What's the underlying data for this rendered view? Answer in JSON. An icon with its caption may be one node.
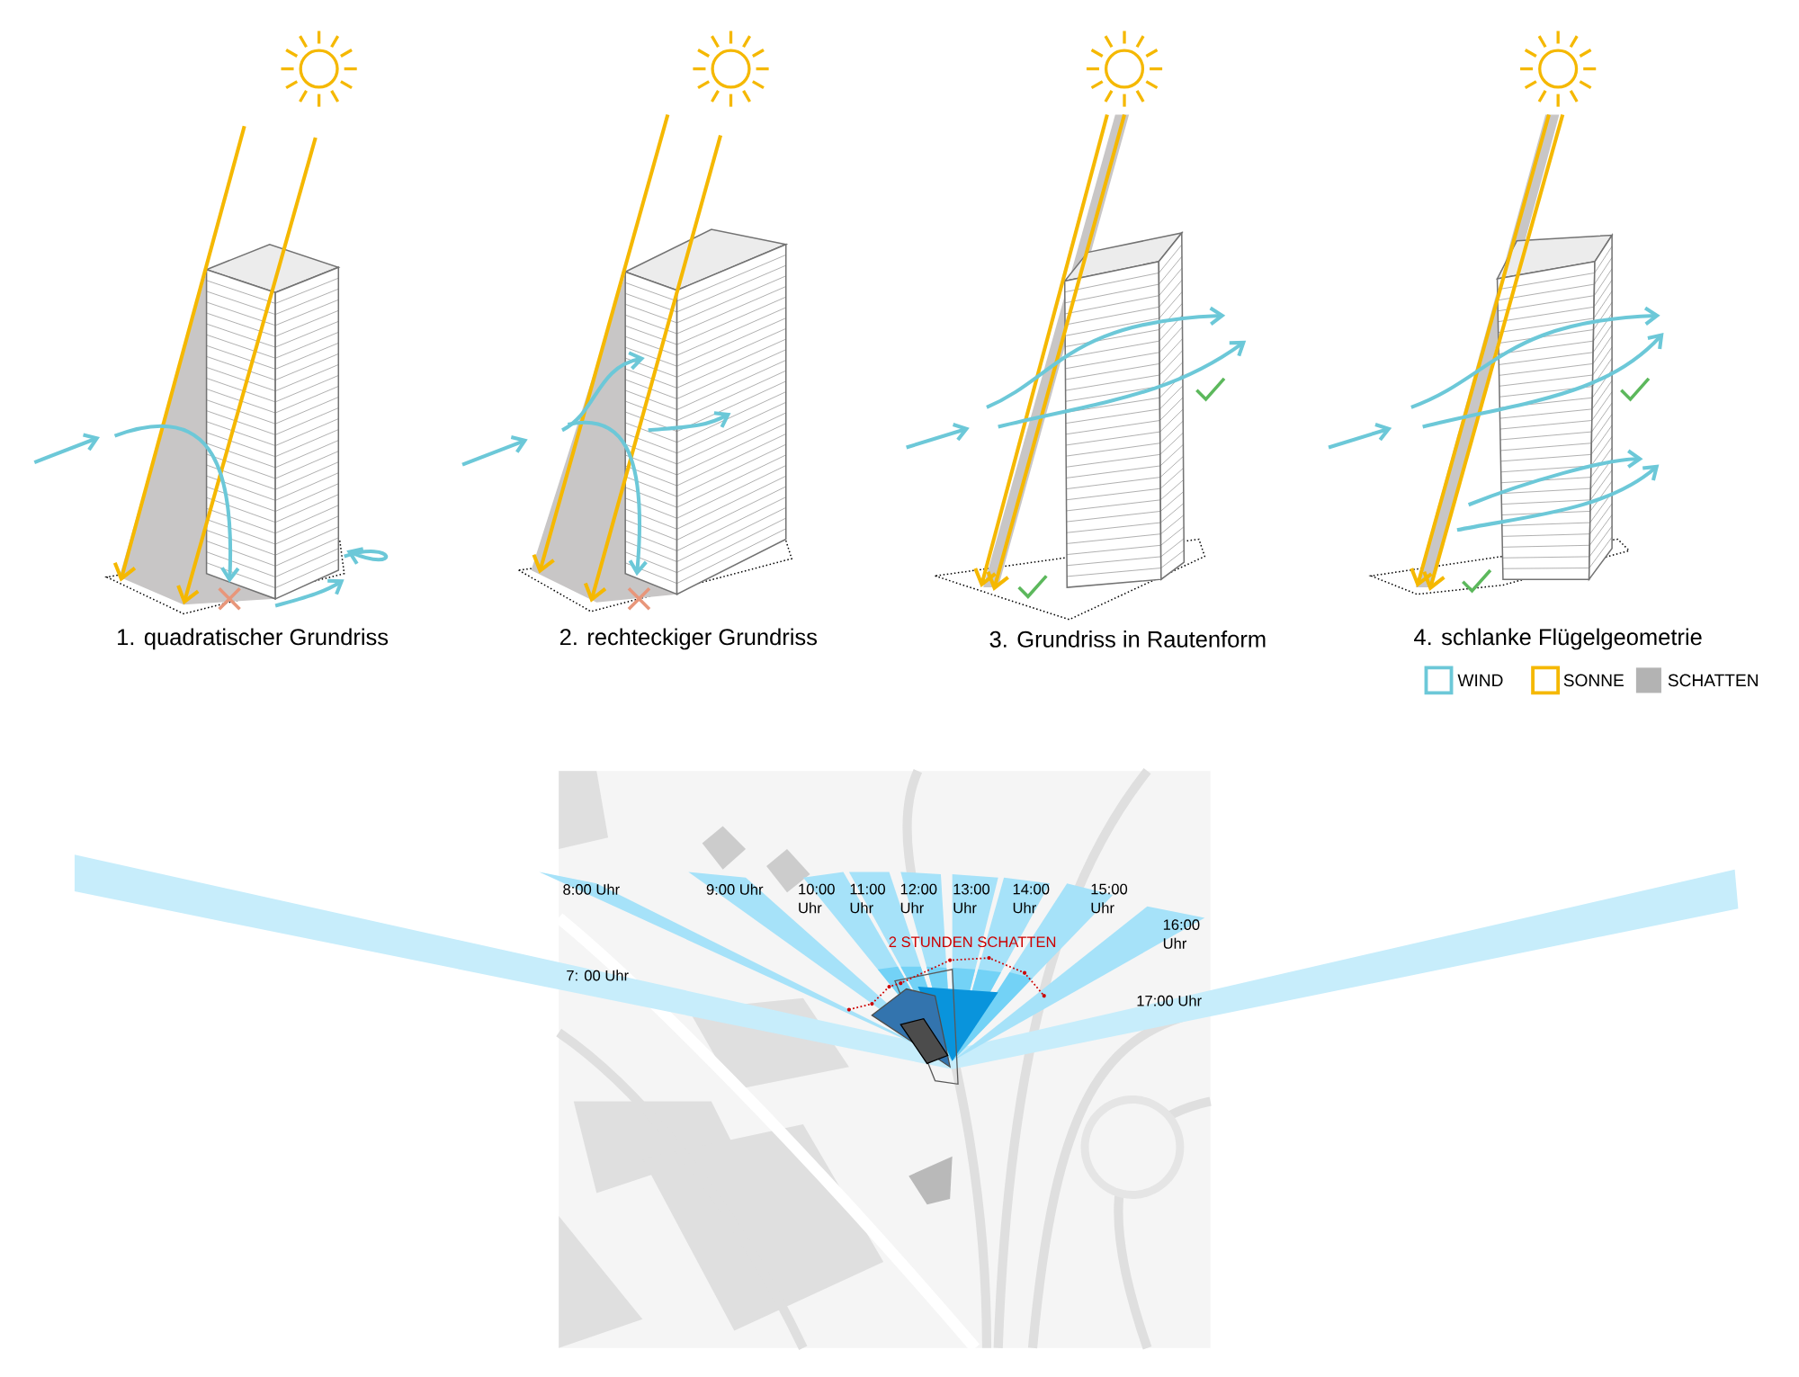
{
  "diagram": {
    "labels": [
      "1. quadratischer Grundriss",
      "2. rechteckiger Grundriss",
      "3. Grundriss in Rautenform",
      "4. schlanke Flügelgeometrie",
      "8:00 Uhr",
      "9:00 Uhr",
      "10:00 Uhr",
      "11:00 Uhr",
      "12:00 Uhr",
      "13:00 Uhr",
      "14:00 Uhr",
      "15:00 Uhr",
      "16:00 Uhr",
      "2 STUNDEN SCHATTEN",
      "7: 00 Uhr",
      "17:00 Uhr"
    ],
    "legend": [
      {
        "text": "WIND",
        "color": "#6cc8d8"
      },
      {
        "text": "SONNE",
        "color": "#f5b800"
      },
      {
        "text": "SCHATTEN",
        "color": "#b3b3b3"
      }
    ]
  }
}
